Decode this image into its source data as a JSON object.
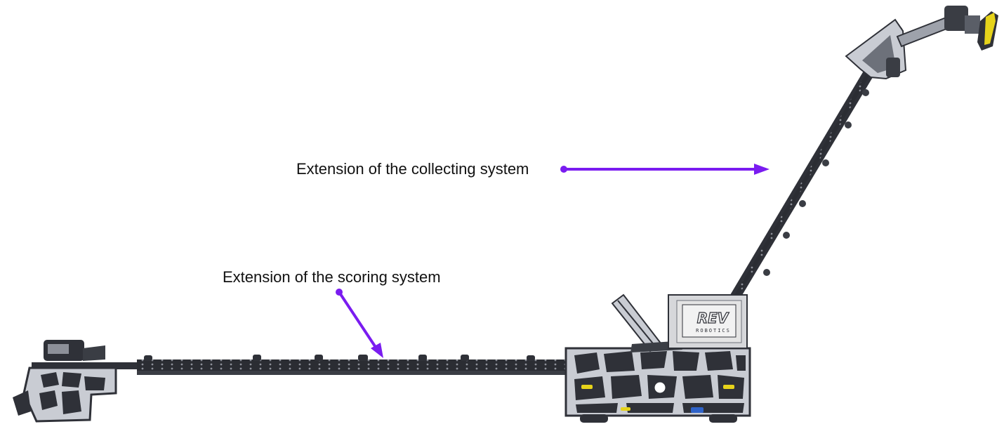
{
  "annotations": {
    "collecting": "Extension of the collecting system",
    "scoring": "Extension of the scoring system"
  },
  "colors": {
    "arrow": "#7a1cf0",
    "frame": "#3a3d44",
    "frame_fill": "#c9ccd3",
    "accent_yellow": "#e6d31a",
    "accent_blue": "#2f63c9",
    "hub_panel": "#e4e4e4"
  },
  "robot": {
    "hub_logo": "REV",
    "hub_sub": "ROBOTICS"
  }
}
